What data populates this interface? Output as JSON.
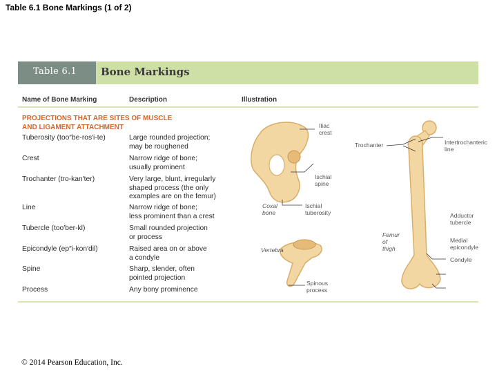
{
  "slide": {
    "title": "Table 6.1 Bone Markings (1 of 2)"
  },
  "banner": {
    "tag": "Table 6.1",
    "title": "Bone Markings"
  },
  "columns": {
    "name": "Name of Bone Marking",
    "description": "Description",
    "illustration": "Illustration"
  },
  "section": {
    "heading_line1": "PROJECTIONS THAT ARE SITES OF MUSCLE",
    "heading_line2": "AND LIGAMENT ATTACHMENT"
  },
  "rows": [
    {
      "name": "Tuberosity (too″be-ros′i-te)",
      "desc1": "Large rounded projection;",
      "desc2": "may be roughened",
      "desc3": ""
    },
    {
      "name": "Crest",
      "desc1": "Narrow ridge of bone;",
      "desc2": "usually prominent",
      "desc3": ""
    },
    {
      "name": "Trochanter (tro-kan′ter)",
      "desc1": "Very large, blunt, irregularly",
      "desc2": "shaped process (the only",
      "desc3": "examples are on the femur)"
    },
    {
      "name": "Line",
      "desc1": "Narrow ridge of bone;",
      "desc2": "less prominent than a crest",
      "desc3": ""
    },
    {
      "name": "Tubercle (too′ber-kl)",
      "desc1": "Small rounded projection",
      "desc2": "or process",
      "desc3": ""
    },
    {
      "name": "Epicondyle (ep″i-kon′dil)",
      "desc1": "Raised area on or above",
      "desc2": "a condyle",
      "desc3": ""
    },
    {
      "name": "Spine",
      "desc1": "Sharp, slender, often",
      "desc2": "pointed projection",
      "desc3": ""
    },
    {
      "name": "Process",
      "desc1": "Any bony prominence",
      "desc2": "",
      "desc3": ""
    }
  ],
  "illustration_labels": {
    "iliac_crest": [
      "Iliac",
      "crest"
    ],
    "ischial_spine": [
      "Ischial",
      "spine"
    ],
    "coxal_bone": [
      "Coxal",
      "bone"
    ],
    "ischial_tuberosity": [
      "Ischial",
      "tuberosity"
    ],
    "trochanter": "Trochanter",
    "intertrochanteric_line": [
      "Intertrochanteric",
      "line"
    ],
    "adductor_tubercle": [
      "Adductor",
      "tubercle"
    ],
    "femur_of_thigh": [
      "Femur",
      "of",
      "thigh"
    ],
    "medial_epicondyle": [
      "Medial",
      "epicondyle"
    ],
    "condyle": "Condyle",
    "vertebra": "Vertebra",
    "spinous_process": [
      "Spinous",
      "process"
    ]
  },
  "colors": {
    "banner_bg": "#cfe0a6",
    "banner_tag_bg": "#7c8d85",
    "section_heading": "#d2662a",
    "bone_fill": "#f3d7a2",
    "bone_shadow": "#d9ad6a"
  },
  "footer": {
    "copyright": "© 2014 Pearson Education, Inc."
  }
}
